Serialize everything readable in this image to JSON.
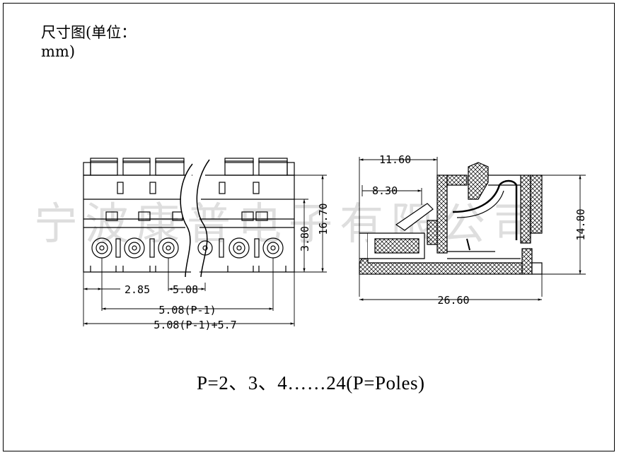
{
  "title": {
    "line1": "尺寸图(单位：",
    "line2": "mm)"
  },
  "watermark": "宁波康普电子有限公司",
  "front_view": {
    "dims": {
      "height_inner": "3.80",
      "height_total": "16.70",
      "edge_offset": "2.85",
      "pitch": "5.08",
      "pitch_span": "5.08(P-1)",
      "total_length": "5.08(P-1)+5.7"
    }
  },
  "side_view": {
    "dims": {
      "depth_top": "11.60",
      "depth_mid": "8.30",
      "height": "14.80",
      "length": "26.60"
    }
  },
  "formula": "P=2、3、4……24(P=Poles)",
  "colors": {
    "line": "#000000",
    "watermark": "#dedede",
    "background": "#ffffff"
  }
}
